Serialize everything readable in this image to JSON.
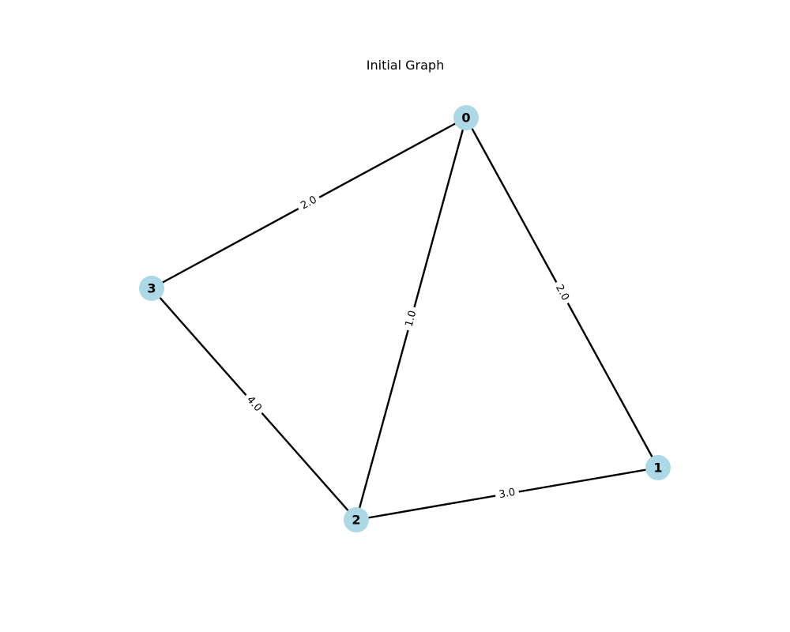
{
  "title": "Initial Graph",
  "colors": {
    "node_fill": "#add8e6",
    "edge": "#000000",
    "label": "#000000",
    "background": "#ffffff"
  },
  "nodes": [
    {
      "id": "0",
      "label": "0"
    },
    {
      "id": "1",
      "label": "1"
    },
    {
      "id": "2",
      "label": "2"
    },
    {
      "id": "3",
      "label": "3"
    }
  ],
  "edges": [
    {
      "source": "0",
      "target": "3",
      "weight": "2.0"
    },
    {
      "source": "0",
      "target": "2",
      "weight": "1.0"
    },
    {
      "source": "0",
      "target": "1",
      "weight": "2.0"
    },
    {
      "source": "3",
      "target": "2",
      "weight": "4.0"
    },
    {
      "source": "2",
      "target": "1",
      "weight": "3.0"
    }
  ]
}
